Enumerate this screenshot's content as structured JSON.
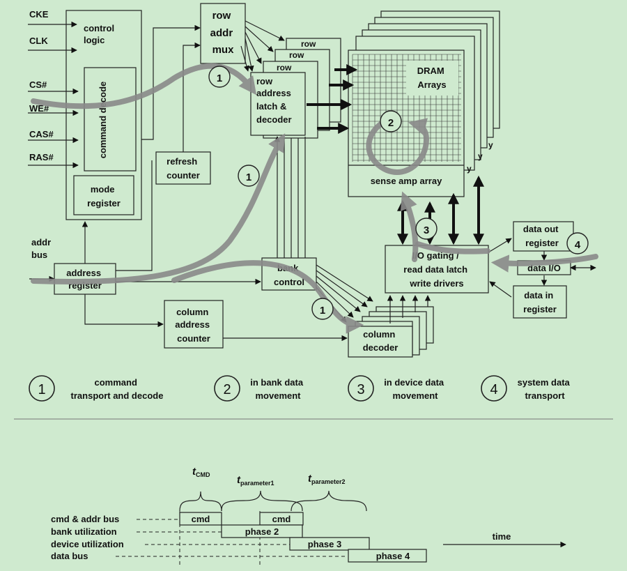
{
  "diagram": {
    "inputs": [
      "CKE",
      "CLK",
      "CS#",
      "WE#",
      "CAS#",
      "RAS#"
    ],
    "addr_bus": [
      "addr",
      "bus"
    ],
    "control_logic": [
      "control",
      "logic"
    ],
    "command_decode": "command decode",
    "mode_register": [
      "mode",
      "register"
    ],
    "refresh_counter": [
      "refresh",
      "counter"
    ],
    "address_register": [
      "address",
      "register"
    ],
    "column_address_counter": [
      "column",
      "address",
      "counter"
    ],
    "bank_control": [
      "bank",
      "control"
    ],
    "row_addr_mux": [
      "row",
      "addr",
      "mux"
    ],
    "row_stack_label": "row",
    "row_latch": [
      "row",
      "address",
      "latch &",
      "decoder"
    ],
    "dram_arrays": [
      "DRAM",
      "Arrays"
    ],
    "stack_side_label": "y",
    "sense_amp": "sense amp array",
    "io_gating": [
      "I/O gating /",
      "read data latch",
      "write drivers"
    ],
    "data_out_register": [
      "data out",
      "register"
    ],
    "data_io": "data I/O",
    "data_in_register": [
      "data in",
      "register"
    ],
    "column_decoder": [
      "column",
      "decoder"
    ],
    "markers": [
      "1",
      "2",
      "3",
      "4"
    ]
  },
  "legend": [
    {
      "num": "1",
      "text": [
        "command",
        "transport and decode"
      ]
    },
    {
      "num": "2",
      "text": [
        "in bank data",
        "movement"
      ]
    },
    {
      "num": "3",
      "text": [
        "in device data",
        "movement"
      ]
    },
    {
      "num": "4",
      "text": [
        "system data",
        "transport"
      ]
    }
  ],
  "timing": {
    "rows": [
      "cmd & addr bus",
      "bank utilization",
      "device utilization",
      "data bus"
    ],
    "t_cmd": {
      "base": "t",
      "sub": "CMD"
    },
    "t_param1": {
      "base": "t",
      "sub": "parameter1"
    },
    "t_param2": {
      "base": "t",
      "sub": "parameter2"
    },
    "cmd1": "cmd",
    "cmd2": "cmd",
    "phase2": "phase 2",
    "phase3": "phase 3",
    "phase4": "phase 4",
    "time_label": "time"
  }
}
